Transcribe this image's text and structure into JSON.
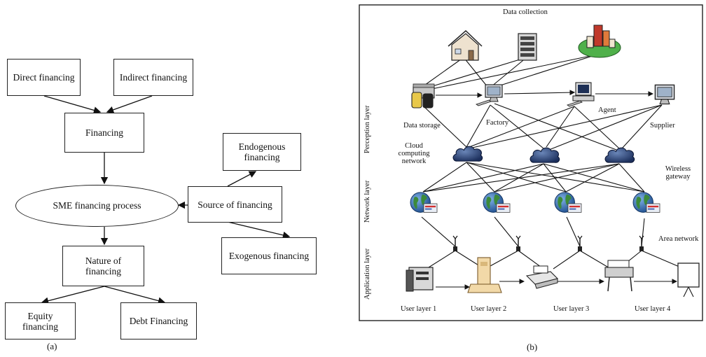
{
  "panel_a": {
    "caption": "(a)",
    "direct_financing": "Direct financing",
    "indirect_financing": "Indirect financing",
    "financing": "Financing",
    "sme_process": "SME financing process",
    "source": "Source of financing",
    "endogenous": "Endogenous financing",
    "exogenous": "Exogenous financing",
    "nature": "Nature of financing",
    "equity": "Equity financing",
    "debt": "Debt Financing"
  },
  "panel_b": {
    "caption": "(b)",
    "data_collection": "Data collection",
    "data_storage": "Data storage",
    "factory": "Factory",
    "agent": "Agent",
    "supplier": "Supplier",
    "cloud": "Cloud computing network",
    "wireless_gateway": "Wireless gateway",
    "area_network": "Area network",
    "perception_layer": "Perception layer",
    "network_layer": "Network layer",
    "application_layer": "Application layer",
    "user_layers": [
      "User layer 1",
      "User layer 2",
      "User layer 3",
      "User layer 4"
    ]
  }
}
